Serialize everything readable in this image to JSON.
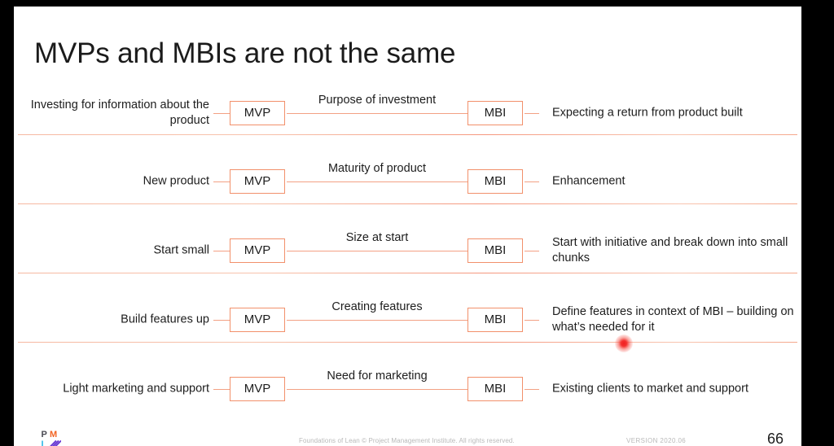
{
  "slide": {
    "title": "MVPs and MBIs are not the same",
    "page_number": "66",
    "accent_color": "#f2906b",
    "divider_color": "#f4a285",
    "laser_pointer_color": "#f02020"
  },
  "labels": {
    "mvp": "MVP",
    "mbi": "MBI"
  },
  "rows": [
    {
      "left": "Investing for information about the product",
      "center": "Purpose of investment",
      "right": "Expecting a return from product built"
    },
    {
      "left": "New product",
      "center": "Maturity of product",
      "right": "Enhancement"
    },
    {
      "left": "Start small",
      "center": "Size at start",
      "right": "Start with initiative and break down into small chunks"
    },
    {
      "left": "Build features up",
      "center": "Creating features",
      "right": "Define features in context of MBI – building on what’s needed for it"
    },
    {
      "left": "Light marketing and support",
      "center": "Need for marketing",
      "right": "Existing clients to market and support"
    }
  ],
  "footer": {
    "copyright": "Foundations of Lean © Project Management Institute. All rights reserved.",
    "version": "VERSION 2020.06",
    "logo_alt": "PMI logo"
  }
}
